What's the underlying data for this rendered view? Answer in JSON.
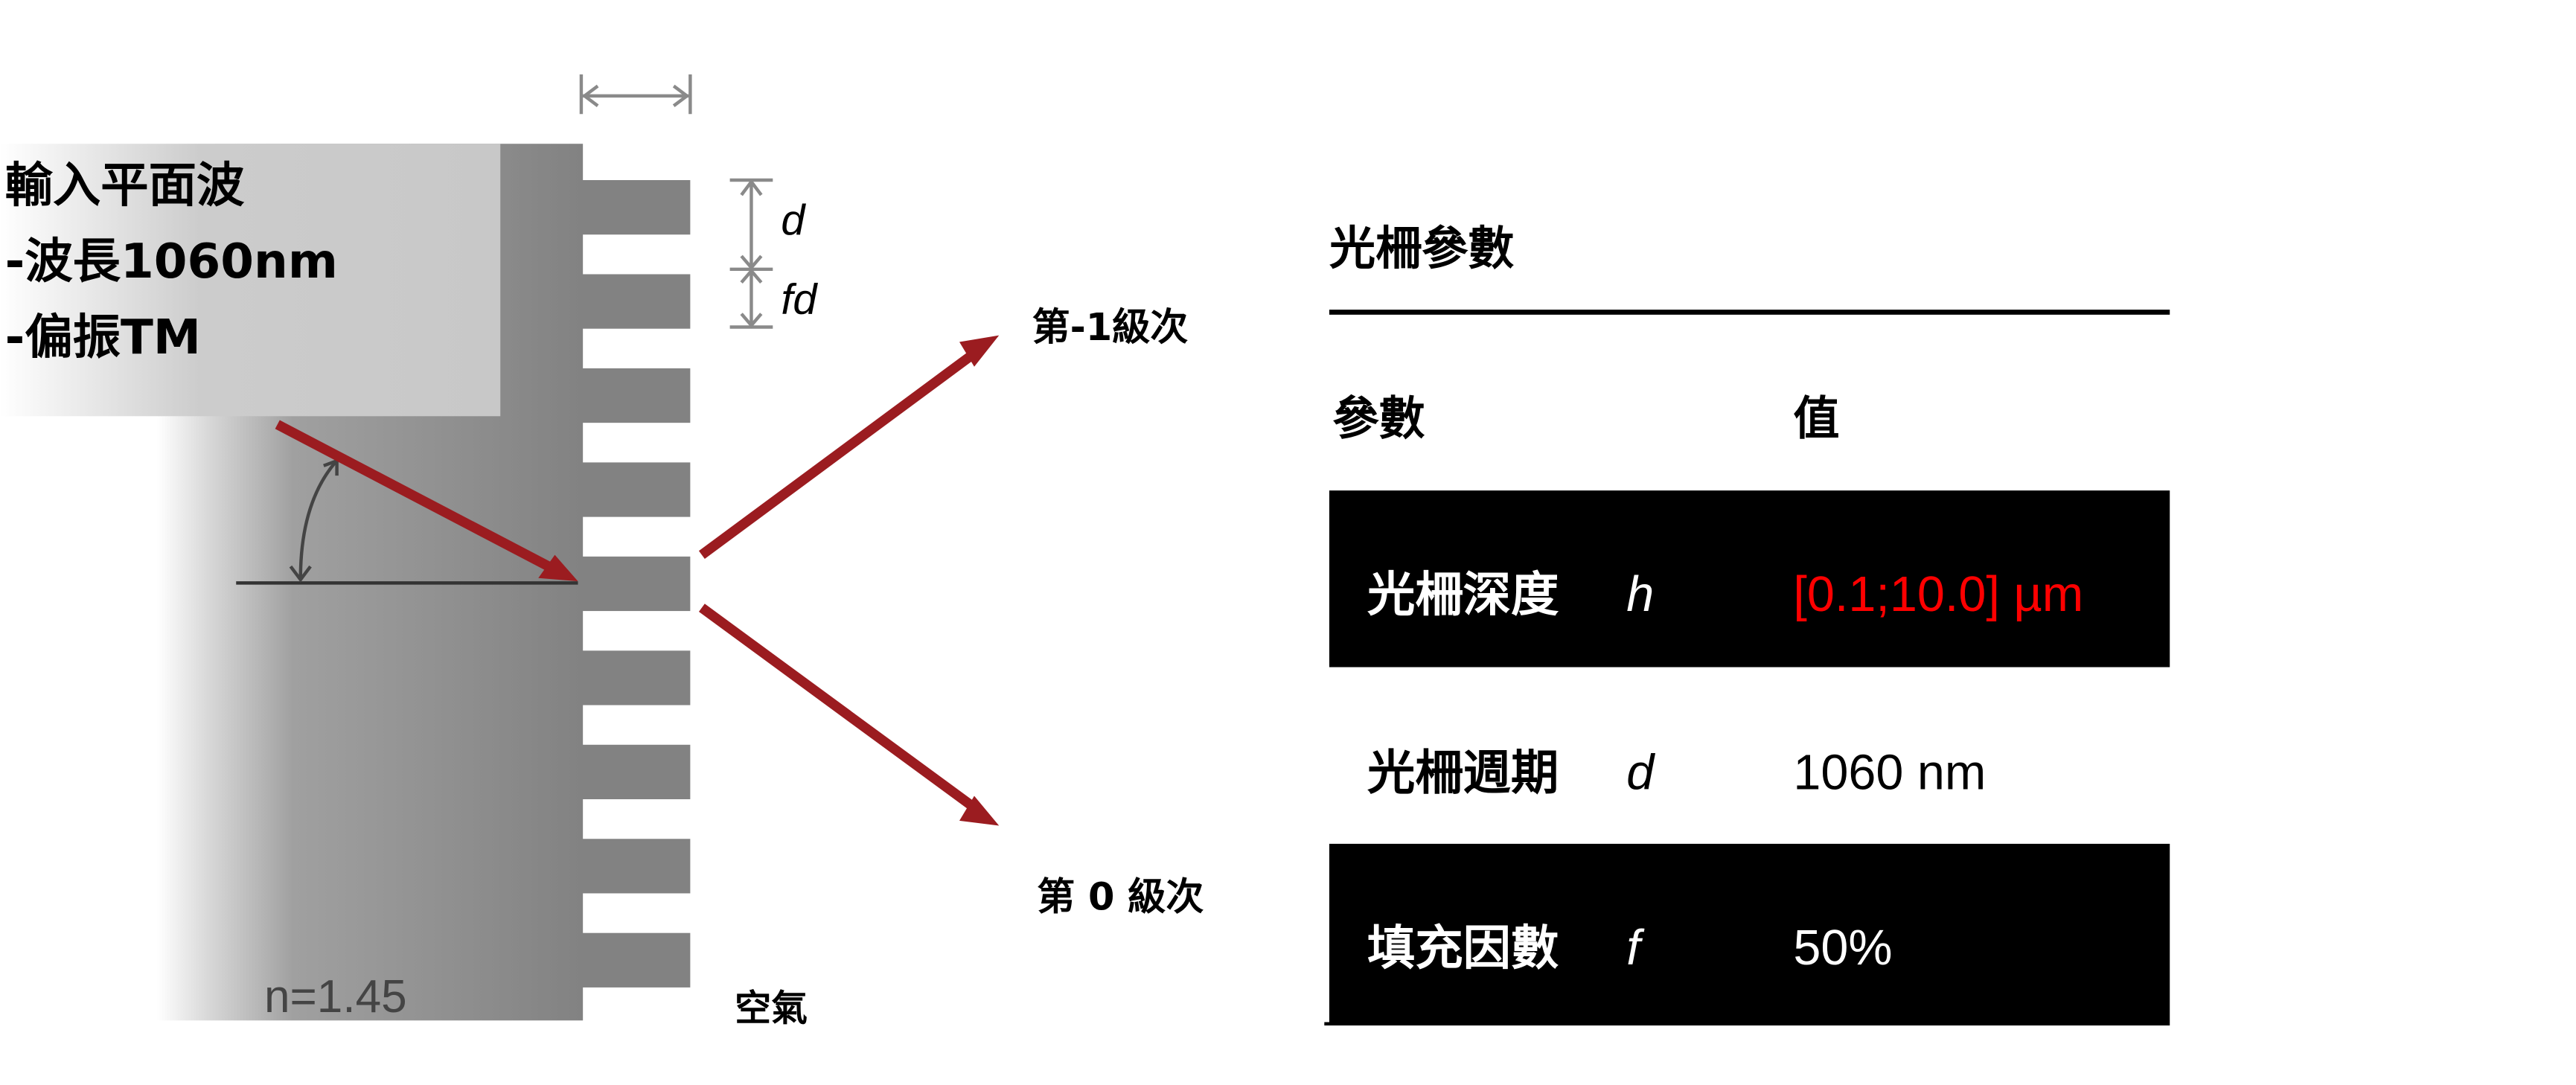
{
  "diagram": {
    "input_wave": {
      "title": "輸入平面波",
      "wavelength": "-波長1060nm",
      "polarization": "-偏振TM"
    },
    "dim_labels": {
      "period": "d",
      "fill": "fd"
    },
    "substrate_index": "n=1.45",
    "air_label": "空氣",
    "order_minus1": "第-1級次",
    "order_0": "第 0 級次",
    "colors": {
      "arrow": "#9b1c20",
      "highlight_value": "#ff0000"
    }
  },
  "table": {
    "title": "光柵參數",
    "header_param": "參數",
    "header_value": "值",
    "rows": [
      {
        "name": "光柵深度",
        "symbol": "h",
        "value": "[0.1;10.0] µm"
      },
      {
        "name": "光柵週期",
        "symbol": "d",
        "value": "1060 nm"
      },
      {
        "name": "填充因數",
        "symbol": "f",
        "value": "50%"
      }
    ]
  }
}
